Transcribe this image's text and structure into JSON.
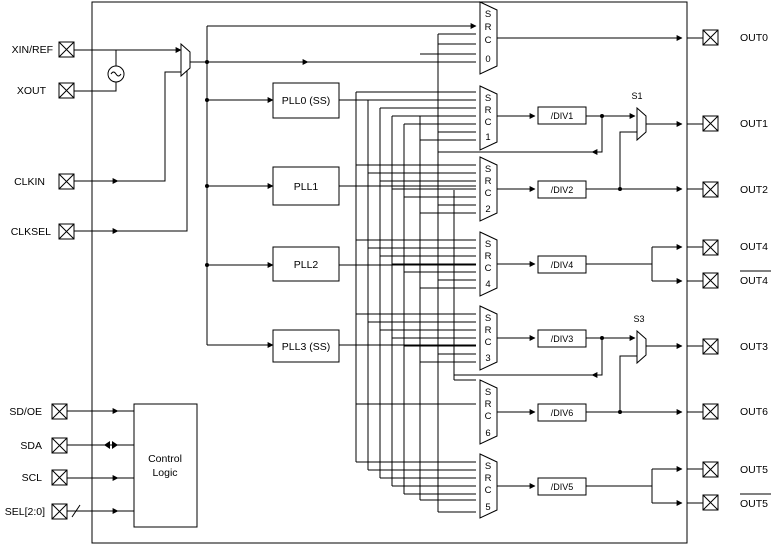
{
  "inputs": {
    "xin": "XIN/REF",
    "xout": "XOUT",
    "clkin": "CLKIN",
    "clksel": "CLKSEL",
    "sdoe": "SD/OE",
    "sda": "SDA",
    "scl": "SCL",
    "sel": "SEL[2:0]"
  },
  "outputs": {
    "out0": "OUT0",
    "out1": "OUT1",
    "out2": "OUT2",
    "out4": "OUT4",
    "out4b": "OUT4",
    "out3": "OUT3",
    "out6": "OUT6",
    "out5": "OUT5",
    "out5b": "OUT5"
  },
  "plls": {
    "pll0": "PLL0 (SS)",
    "pll1": "PLL1",
    "pll2": "PLL2",
    "pll3": "PLL3 (SS)"
  },
  "dividers": {
    "div1": "/DIV1",
    "div2": "/DIV2",
    "div4": "/DIV4",
    "div3": "/DIV3",
    "div6": "/DIV6",
    "div5": "/DIV5"
  },
  "src_mux": {
    "letters": [
      "S",
      "R",
      "C"
    ],
    "indices": [
      "0",
      "1",
      "2",
      "4",
      "3",
      "6",
      "5"
    ]
  },
  "switches": {
    "s1": "S1",
    "s3": "S3"
  },
  "control_logic": {
    "line1": "Control",
    "line2": "Logic"
  }
}
